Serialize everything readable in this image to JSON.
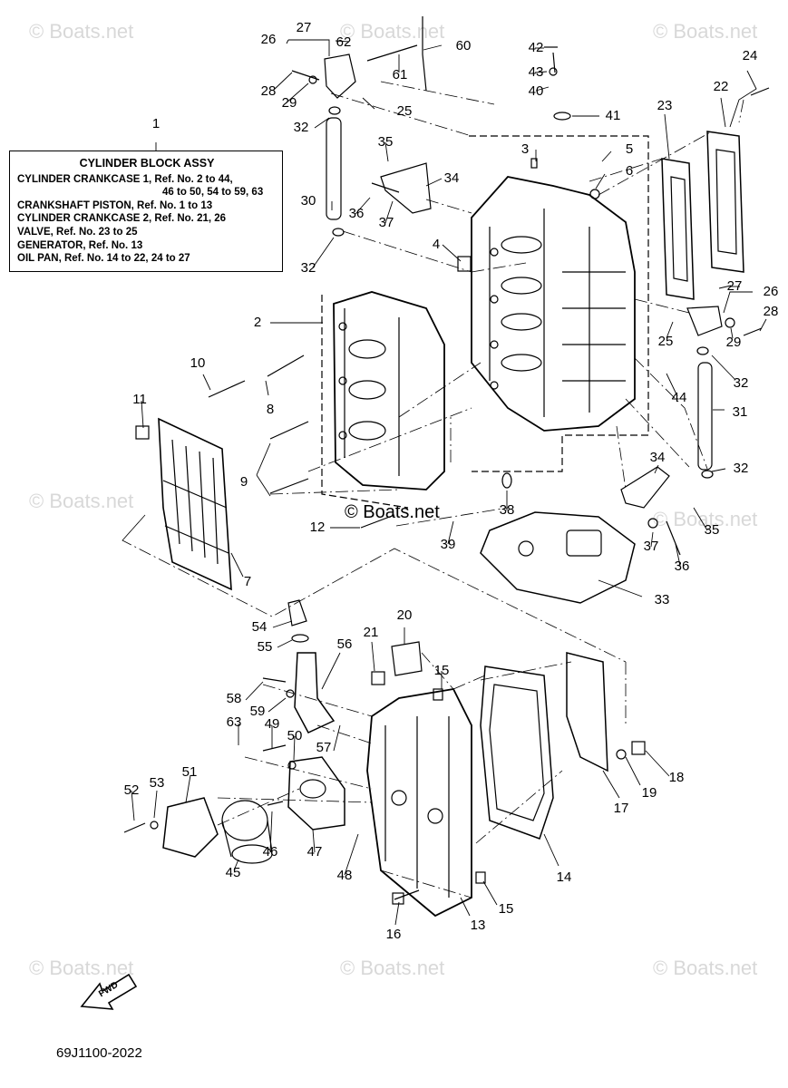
{
  "watermark": "© Boats.net",
  "center_watermark": "© Boats.net",
  "legend": {
    "title": "CYLINDER BLOCK ASSY",
    "lines": [
      "CYLINDER CRANKCASE 1, Ref. No. 2 to 44,",
      "46 to 50, 54 to 59, 63",
      "CRANKSHAFT PISTON, Ref. No. 1 to 13",
      "CYLINDER CRANKCASE 2, Ref. No. 21, 26",
      "VALVE, Ref. No. 23 to 25",
      "GENERATOR, Ref. No. 13",
      "OIL PAN, Ref. No. 14 to 22, 24 to 27"
    ]
  },
  "callouts": [
    "1",
    "2",
    "3",
    "4",
    "5",
    "6",
    "7",
    "8",
    "9",
    "10",
    "11",
    "12",
    "13",
    "14",
    "15",
    "15",
    "16",
    "17",
    "18",
    "19",
    "20",
    "21",
    "22",
    "23",
    "24",
    "25",
    "25",
    "26",
    "26",
    "27",
    "27",
    "28",
    "28",
    "29",
    "29",
    "30",
    "31",
    "32",
    "32",
    "32",
    "32",
    "33",
    "34",
    "34",
    "35",
    "35",
    "36",
    "36",
    "37",
    "37",
    "38",
    "39",
    "40",
    "41",
    "42",
    "43",
    "44",
    "45",
    "46",
    "47",
    "48",
    "49",
    "50",
    "51",
    "52",
    "53",
    "54",
    "55",
    "56",
    "57",
    "58",
    "59",
    "60",
    "61",
    "62",
    "63"
  ],
  "fwd_label": "FWD",
  "diagram_code": "69J1100-2022"
}
